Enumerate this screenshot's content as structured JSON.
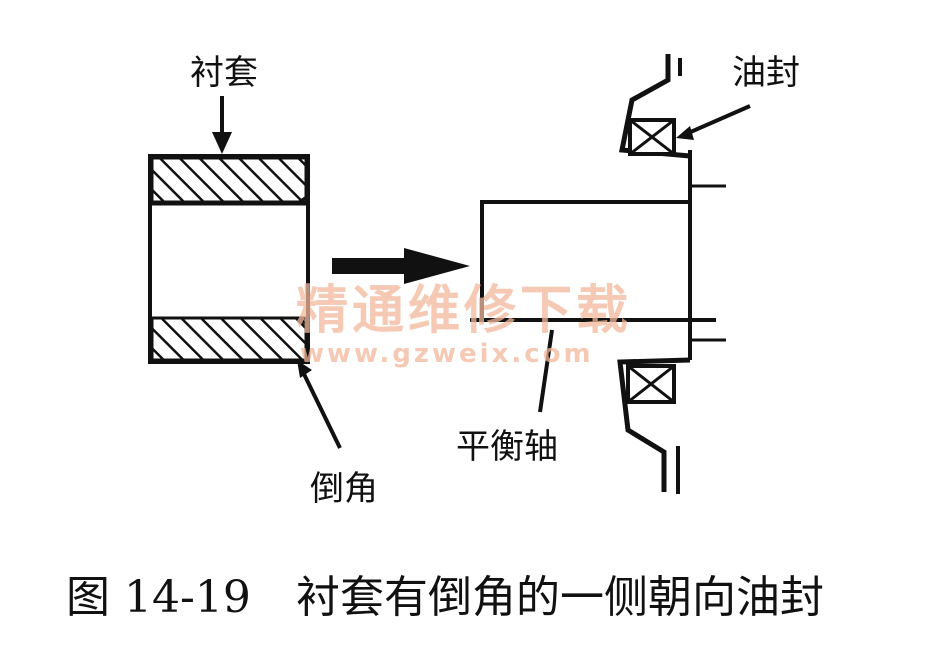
{
  "labels": {
    "bushing": "衬套",
    "oil_seal": "油封",
    "balance_shaft": "平衡轴",
    "chamfer": "倒角"
  },
  "caption": {
    "figure_number": "图 14-19",
    "text": "衬套有倒角的一侧朝向油封"
  },
  "watermark": {
    "line1": "精通维修下载",
    "line2": "www.gzweix.com"
  },
  "colors": {
    "ink": "#111111",
    "watermark": "#f2b79a"
  }
}
